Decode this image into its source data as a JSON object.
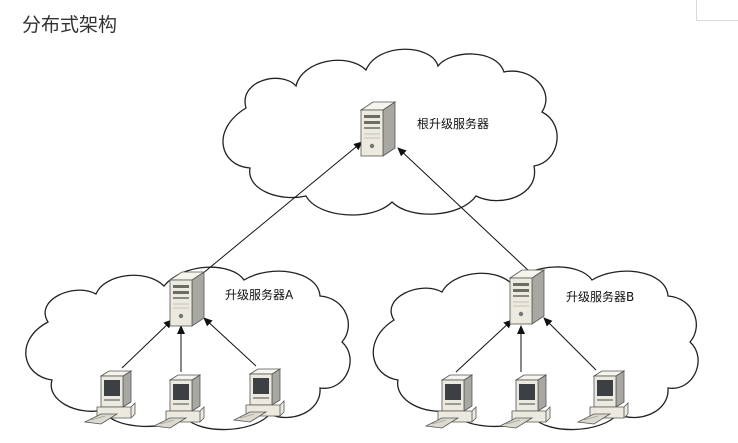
{
  "page": {
    "title": "分布式架构"
  },
  "diagram": {
    "nodes": {
      "root": {
        "label": "根升级服务器",
        "kind": "server"
      },
      "server_a": {
        "label": "升级服务器A",
        "kind": "server"
      },
      "server_b": {
        "label": "升级服务器B",
        "kind": "server"
      },
      "client_a1": {
        "label": "",
        "kind": "client"
      },
      "client_a2": {
        "label": "",
        "kind": "client"
      },
      "client_a3": {
        "label": "",
        "kind": "client"
      },
      "client_b1": {
        "label": "",
        "kind": "client"
      },
      "client_b2": {
        "label": "",
        "kind": "client"
      },
      "client_b3": {
        "label": "",
        "kind": "client"
      }
    },
    "edges": [
      {
        "from": "server_a",
        "to": "root"
      },
      {
        "from": "server_b",
        "to": "root"
      },
      {
        "from": "client_a1",
        "to": "server_a"
      },
      {
        "from": "client_a2",
        "to": "server_a"
      },
      {
        "from": "client_a3",
        "to": "server_a"
      },
      {
        "from": "client_b1",
        "to": "server_b"
      },
      {
        "from": "client_b2",
        "to": "server_b"
      },
      {
        "from": "client_b3",
        "to": "server_b"
      }
    ],
    "colors": {
      "line": "#111111",
      "cloud_fill": "#ffffff",
      "cloud_stroke": "#222222",
      "device_body": "#ece9df",
      "device_shade": "#9b9a95",
      "screen": "#3c3f44"
    },
    "icons": {
      "server": "server-tower-icon",
      "client": "desktop-computer-icon"
    }
  }
}
